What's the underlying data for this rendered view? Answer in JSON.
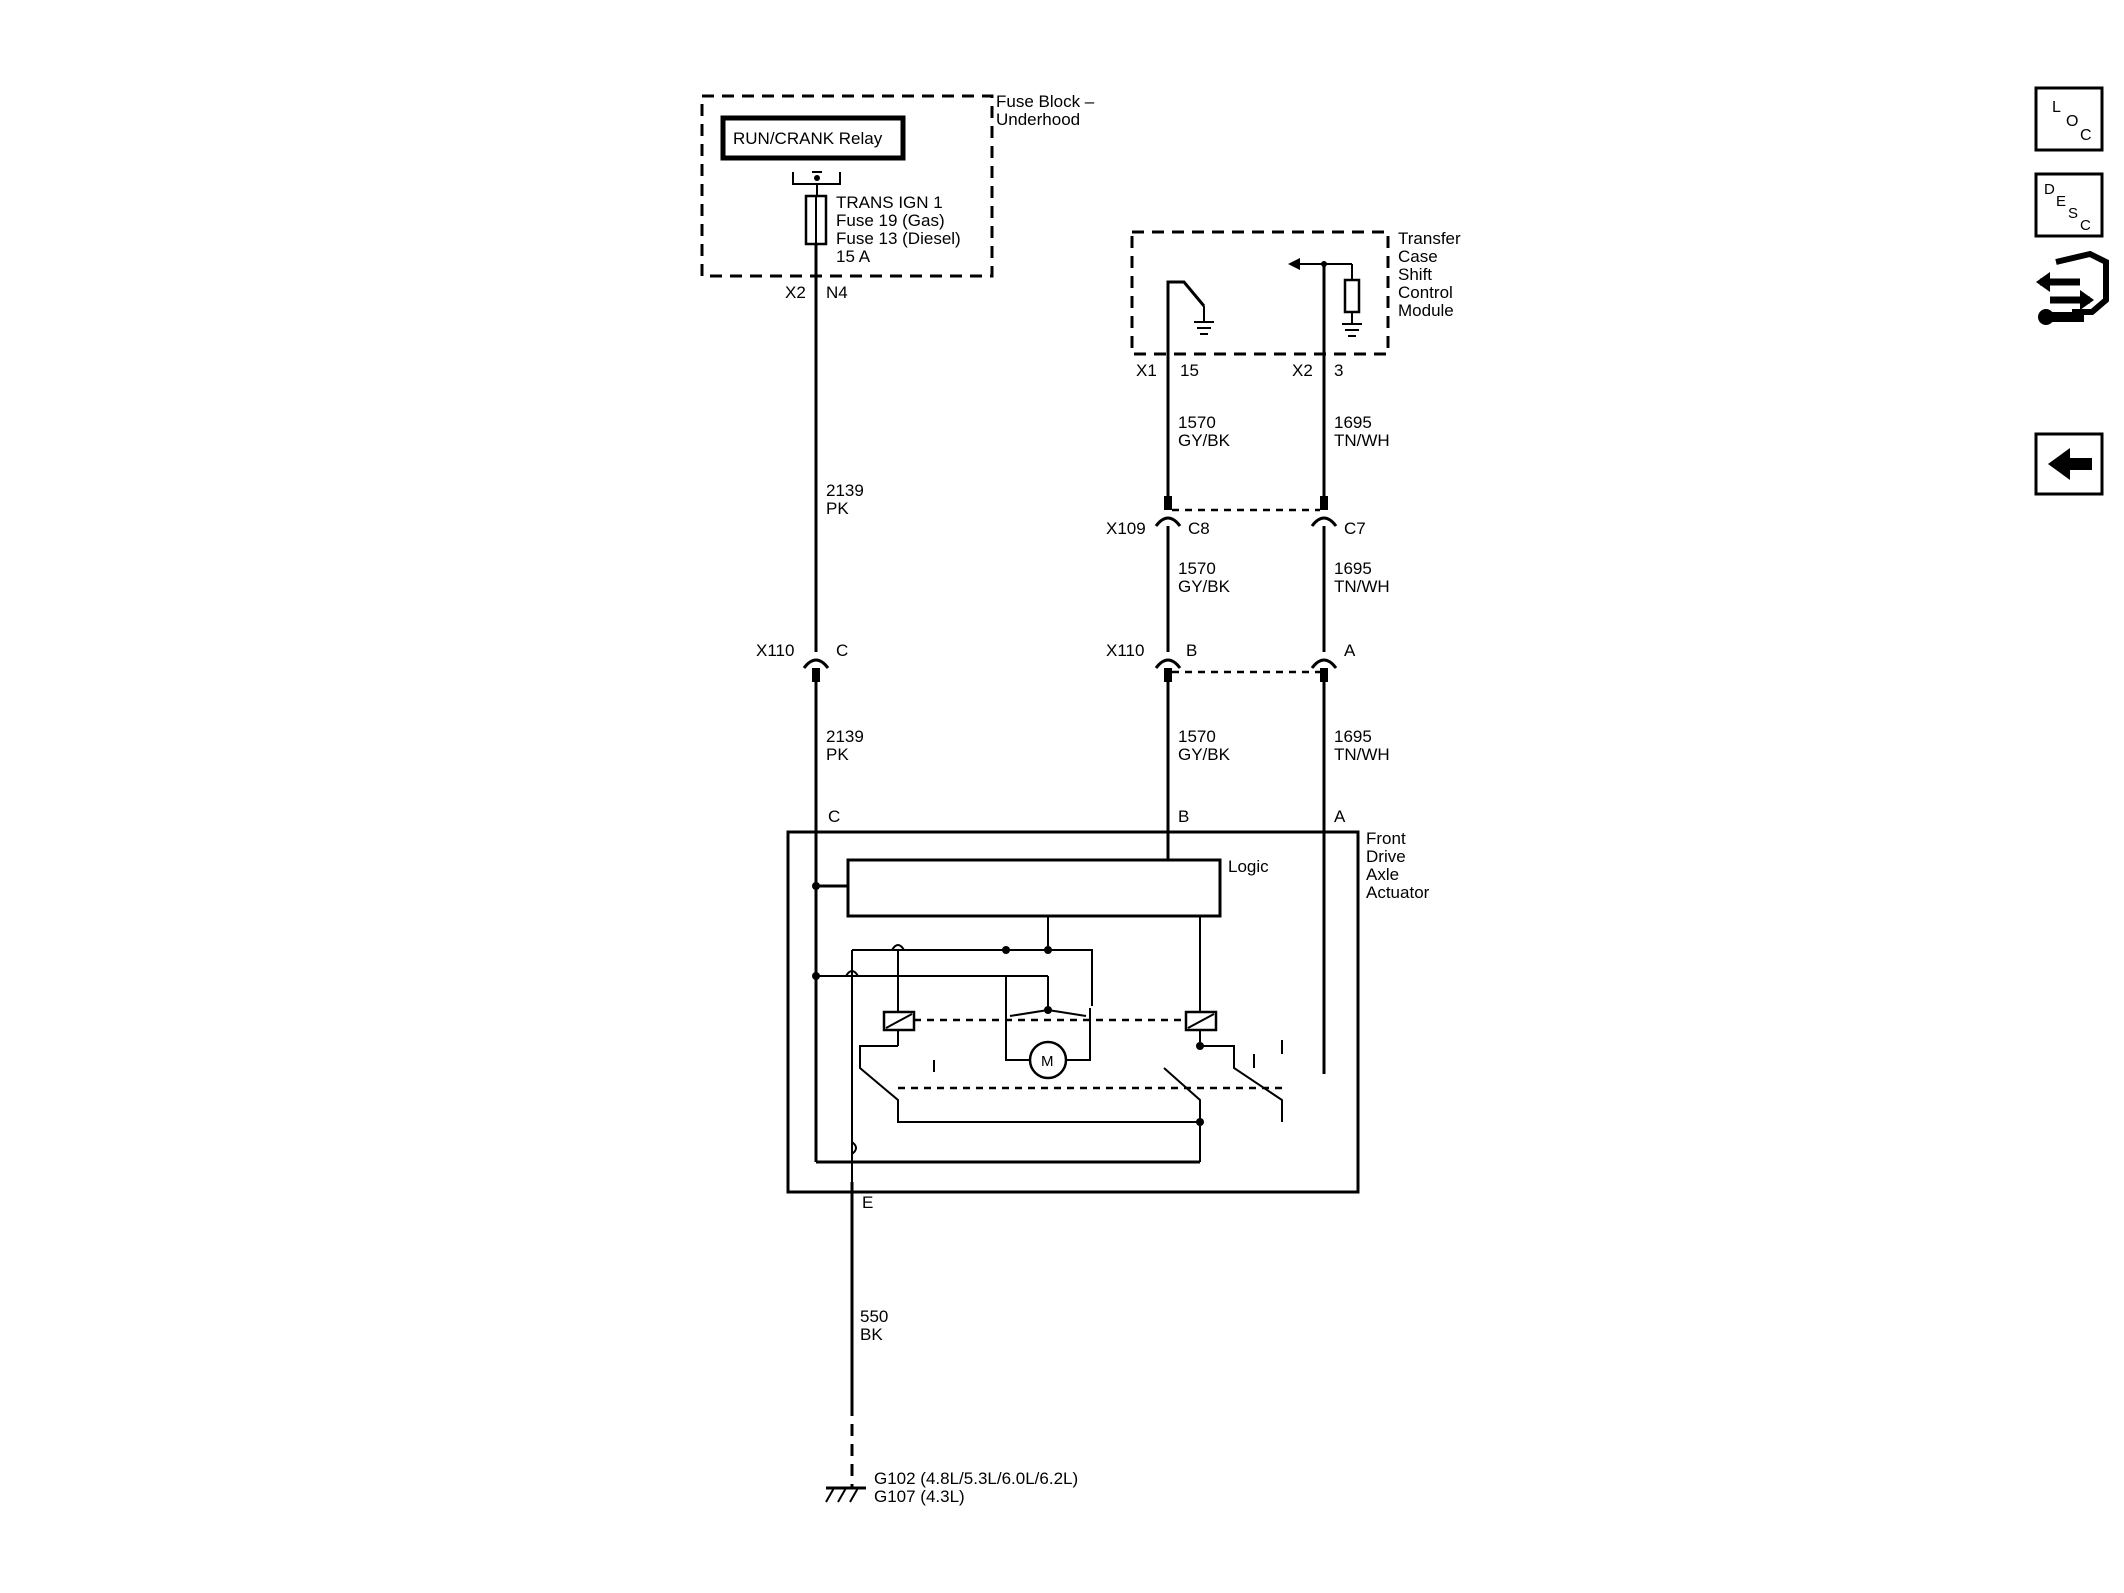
{
  "fuse_block": {
    "title_1": "Fuse Block –",
    "title_2": "Underhood",
    "relay": "RUN/CRANK Relay",
    "fuse_1": "TRANS IGN 1",
    "fuse_2": "Fuse 19 (Gas)",
    "fuse_3": "Fuse 13 (Diesel)",
    "fuse_4": "15 A",
    "conn": "X2",
    "pin": "N4"
  },
  "tcscm": {
    "title_1": "Transfer",
    "title_2": "Case",
    "title_3": "Shift",
    "title_4": "Control",
    "title_5": "Module",
    "conn_1": "X1",
    "pin_1": "15",
    "conn_2": "X2",
    "pin_2": "3"
  },
  "wires": {
    "pk_top_num": "2139",
    "pk_top_col": "PK",
    "pk_bot_num": "2139",
    "pk_bot_col": "PK",
    "gy_1_num": "1570",
    "gy_1_col": "GY/BK",
    "gy_2_num": "1570",
    "gy_2_col": "GY/BK",
    "gy_3_num": "1570",
    "gy_3_col": "GY/BK",
    "tn_1_num": "1695",
    "tn_1_col": "TN/WH",
    "tn_2_num": "1695",
    "tn_2_col": "TN/WH",
    "tn_3_num": "1695",
    "tn_3_col": "TN/WH",
    "bk_num": "550",
    "bk_col": "BK"
  },
  "connectors": {
    "x109": "X109",
    "x109_c8": "C8",
    "x109_c7": "C7",
    "x110_left": "X110",
    "x110_c": "C",
    "x110_mid": "X110",
    "x110_b": "B",
    "x110_a": "A"
  },
  "actuator": {
    "title_1": "Front",
    "title_2": "Drive",
    "title_3": "Axle",
    "title_4": "Actuator",
    "logic": "Logic",
    "pin_c": "C",
    "pin_b": "B",
    "pin_a": "A",
    "pin_e": "E",
    "motor": "M"
  },
  "ground": {
    "line_1": "G102 (4.8L/5.3L/6.0L/6.2L)",
    "line_2": "G107 (4.3L)"
  },
  "nav": {
    "loc": [
      "L",
      "O",
      "C"
    ],
    "desc": [
      "D",
      "E",
      "S",
      "C"
    ]
  }
}
